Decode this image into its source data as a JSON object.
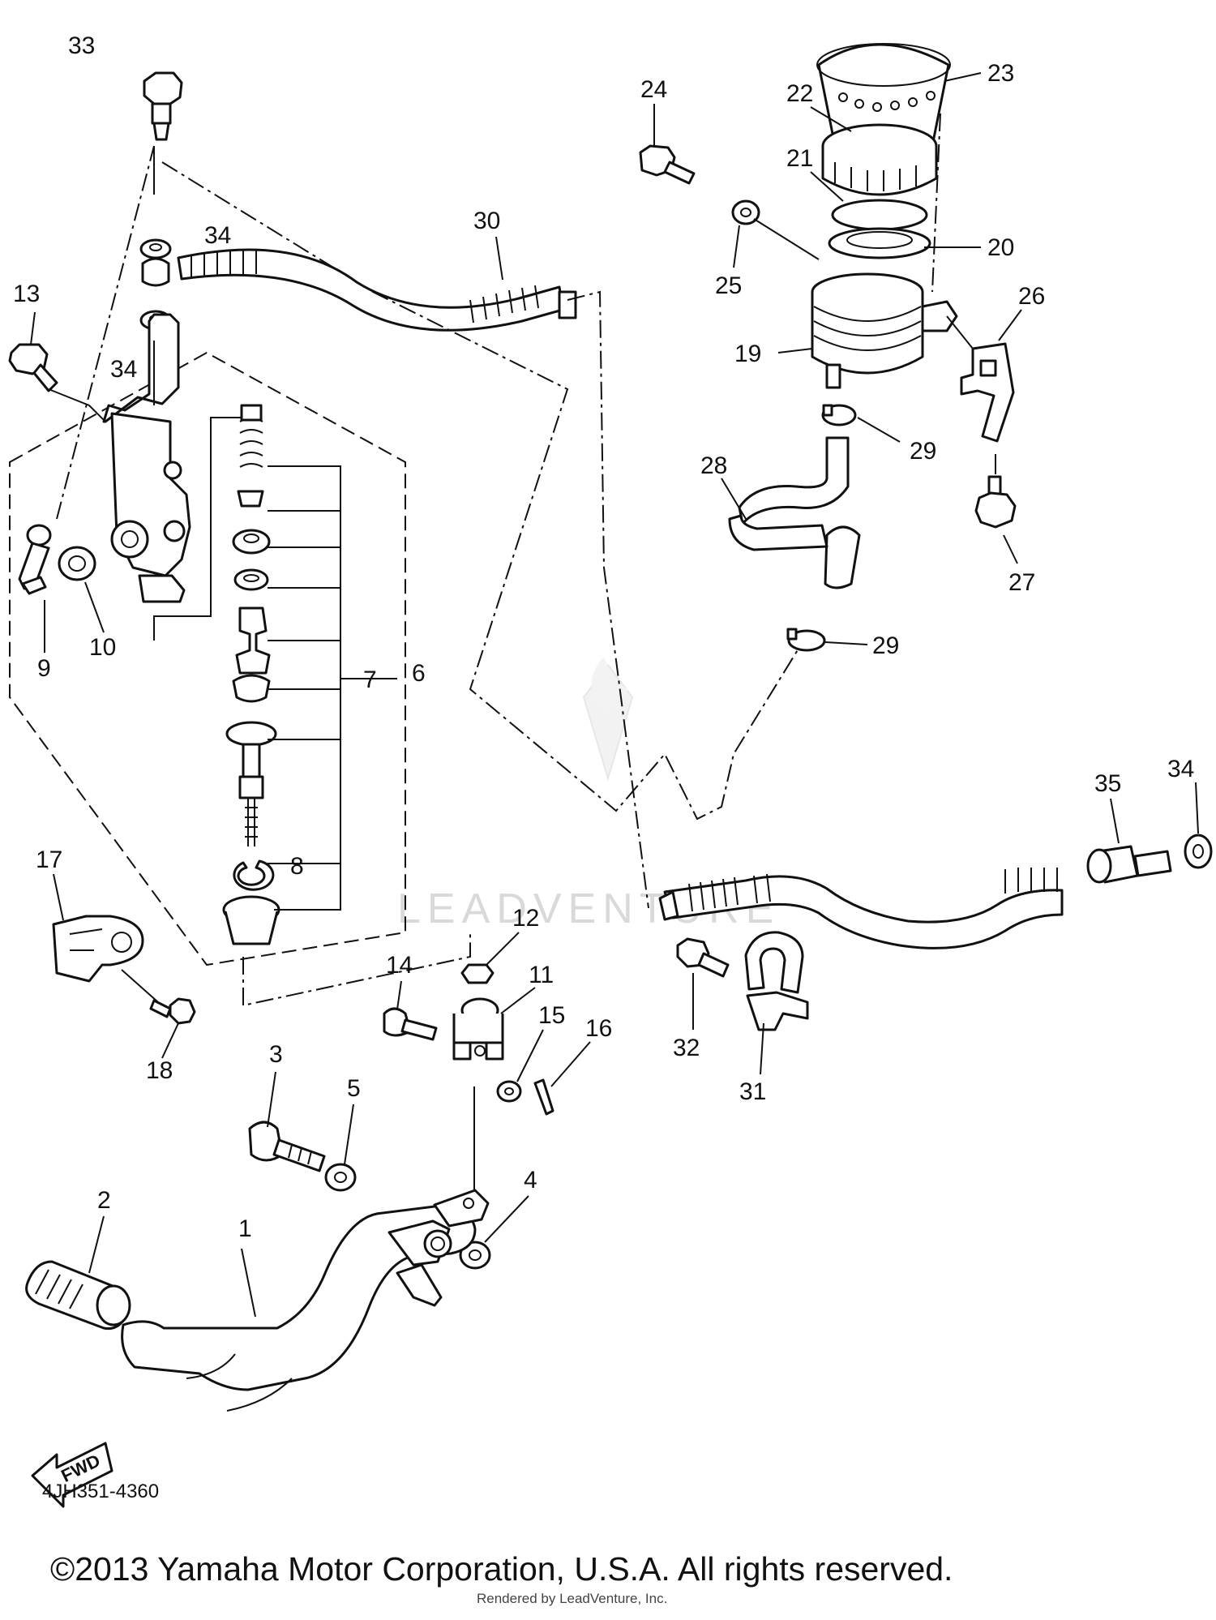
{
  "diagram": {
    "part_code": "4JH351-4360",
    "copyright": "©2013 Yamaha Motor Corporation, U.S.A. All rights reserved.",
    "rendered_by": "Rendered by LeadVenture, Inc.",
    "watermark": "LEADVENTURE",
    "fwd_label": "FWD",
    "callouts": [
      "1",
      "2",
      "3",
      "4",
      "5",
      "6",
      "7",
      "8",
      "9",
      "10",
      "11",
      "12",
      "13",
      "14",
      "15",
      "16",
      "17",
      "18",
      "19",
      "20",
      "21",
      "22",
      "23",
      "24",
      "25",
      "26",
      "27",
      "28",
      "29",
      "29",
      "30",
      "31",
      "32",
      "33",
      "34",
      "34",
      "34",
      "35"
    ]
  }
}
